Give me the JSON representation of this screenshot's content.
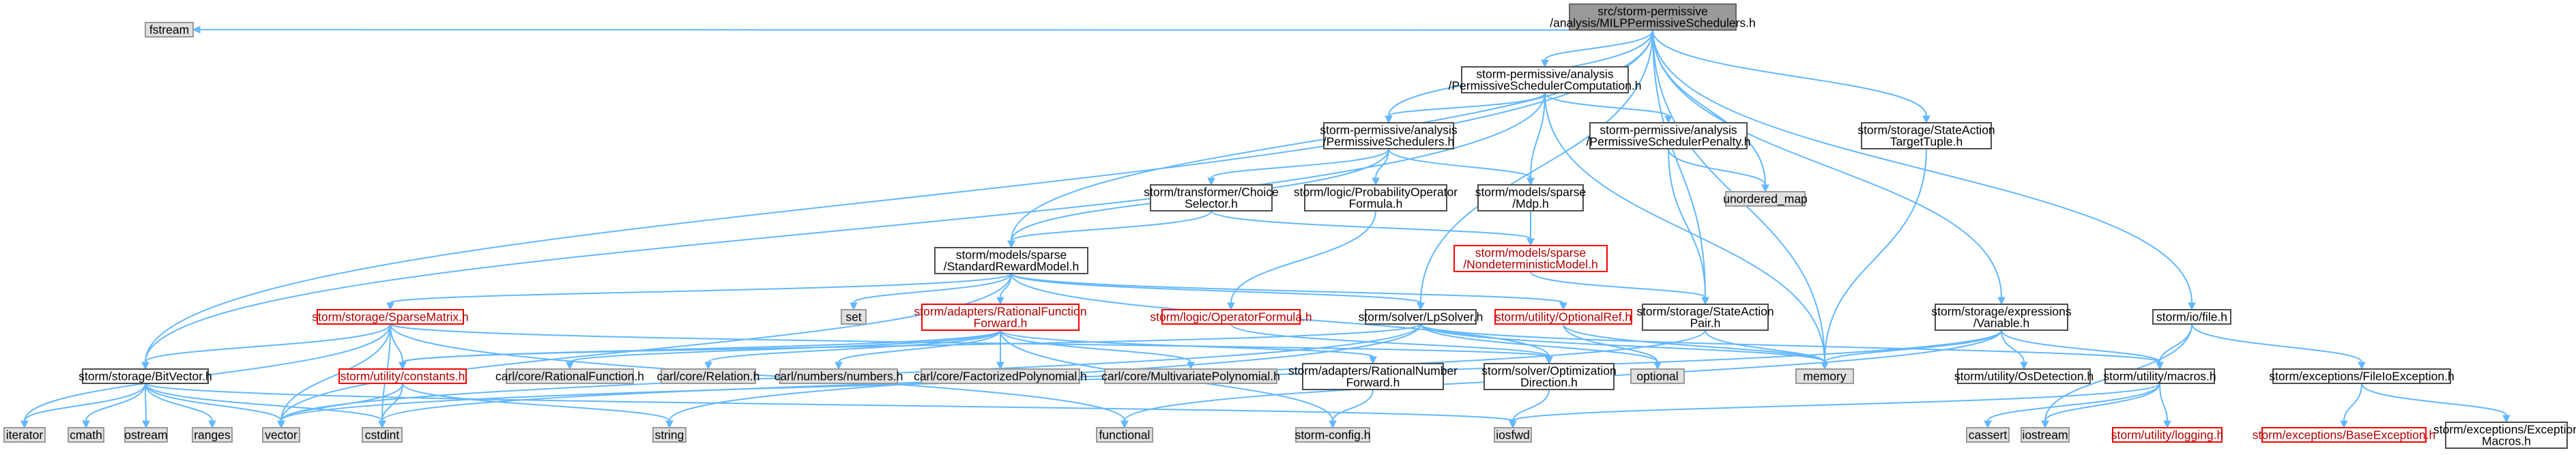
{
  "diagram": {
    "type": "include-dependency-graph",
    "root": "src/storm-permissive/analysis/MILPPermissiveSchedulers.h",
    "nodes": [
      {
        "id": "root",
        "lines": [
          "src/storm-permissive",
          "/analysis/MILPPermissiveSchedulers.h"
        ],
        "style": "root"
      },
      {
        "id": "fstream",
        "lines": [
          "fstream"
        ],
        "style": "system"
      },
      {
        "id": "psc",
        "lines": [
          "storm-permissive/analysis",
          "/PermissiveSchedulerComputation.h"
        ],
        "style": "project"
      },
      {
        "id": "ps",
        "lines": [
          "storm-permissive/analysis",
          "/PermissiveSchedulers.h"
        ],
        "style": "project"
      },
      {
        "id": "psp",
        "lines": [
          "storm-permissive/analysis",
          "/PermissiveSchedulerPenalty.h"
        ],
        "style": "project"
      },
      {
        "id": "satt",
        "lines": [
          "storm/storage/StateAction",
          "TargetTuple.h"
        ],
        "style": "project"
      },
      {
        "id": "umap",
        "lines": [
          "unordered_map"
        ],
        "style": "system"
      },
      {
        "id": "cs",
        "lines": [
          "storm/transformer/Choice",
          "Selector.h"
        ],
        "style": "project"
      },
      {
        "id": "pof",
        "lines": [
          "storm/logic/ProbabilityOperator",
          "Formula.h"
        ],
        "style": "project"
      },
      {
        "id": "mdp",
        "lines": [
          "storm/models/sparse",
          "/Mdp.h"
        ],
        "style": "project"
      },
      {
        "id": "nm",
        "lines": [
          "storm/models/sparse",
          "/NondeterministicModel.h"
        ],
        "style": "broken"
      },
      {
        "id": "srm",
        "lines": [
          "storm/models/sparse",
          "/StandardRewardModel.h"
        ],
        "style": "project"
      },
      {
        "id": "set",
        "lines": [
          "set"
        ],
        "style": "system"
      },
      {
        "id": "sm",
        "lines": [
          "storm/storage/SparseMatrix.h"
        ],
        "style": "broken"
      },
      {
        "id": "rff",
        "lines": [
          "storm/adapters/RationalFunction",
          "Forward.h"
        ],
        "style": "broken"
      },
      {
        "id": "of",
        "lines": [
          "storm/logic/OperatorFormula.h"
        ],
        "style": "broken"
      },
      {
        "id": "lps",
        "lines": [
          "storm/solver/LpSolver.h"
        ],
        "style": "project"
      },
      {
        "id": "oref",
        "lines": [
          "storm/utility/OptionalRef.h"
        ],
        "style": "broken"
      },
      {
        "id": "sap",
        "lines": [
          "storm/storage/StateAction",
          "Pair.h"
        ],
        "style": "project"
      },
      {
        "id": "var",
        "lines": [
          "storm/storage/expressions",
          "/Variable.h"
        ],
        "style": "project"
      },
      {
        "id": "file",
        "lines": [
          "storm/io/file.h"
        ],
        "style": "project"
      },
      {
        "id": "bv",
        "lines": [
          "storm/storage/BitVector.h"
        ],
        "style": "project"
      },
      {
        "id": "const",
        "lines": [
          "storm/utility/constants.h"
        ],
        "style": "broken"
      },
      {
        "id": "crf",
        "lines": [
          "carl/core/RationalFunction.h"
        ],
        "style": "system"
      },
      {
        "id": "crel",
        "lines": [
          "carl/core/Relation.h"
        ],
        "style": "system"
      },
      {
        "id": "cnum",
        "lines": [
          "carl/numbers/numbers.h"
        ],
        "style": "system"
      },
      {
        "id": "cfp",
        "lines": [
          "carl/core/FactorizedPolynomial.h"
        ],
        "style": "system"
      },
      {
        "id": "cmp",
        "lines": [
          "carl/core/MultivariatePolynomial.h"
        ],
        "style": "system"
      },
      {
        "id": "rnf",
        "lines": [
          "storm/adapters/RationalNumber",
          "Forward.h"
        ],
        "style": "project"
      },
      {
        "id": "od",
        "lines": [
          "storm/solver/Optimization",
          "Direction.h"
        ],
        "style": "project"
      },
      {
        "id": "optional",
        "lines": [
          "optional"
        ],
        "style": "system"
      },
      {
        "id": "memory",
        "lines": [
          "memory"
        ],
        "style": "system"
      },
      {
        "id": "osd",
        "lines": [
          "storm/utility/OsDetection.h"
        ],
        "style": "project"
      },
      {
        "id": "macros",
        "lines": [
          "storm/utility/macros.h"
        ],
        "style": "project"
      },
      {
        "id": "fioe",
        "lines": [
          "storm/exceptions/FileIoException.h"
        ],
        "style": "project"
      },
      {
        "id": "iterator",
        "lines": [
          "iterator"
        ],
        "style": "system"
      },
      {
        "id": "cmath",
        "lines": [
          "cmath"
        ],
        "style": "system"
      },
      {
        "id": "ostream",
        "lines": [
          "ostream"
        ],
        "style": "system"
      },
      {
        "id": "ranges",
        "lines": [
          "ranges"
        ],
        "style": "system"
      },
      {
        "id": "vector",
        "lines": [
          "vector"
        ],
        "style": "system"
      },
      {
        "id": "cstdint",
        "lines": [
          "cstdint"
        ],
        "style": "system"
      },
      {
        "id": "string",
        "lines": [
          "string"
        ],
        "style": "system"
      },
      {
        "id": "functional",
        "lines": [
          "functional"
        ],
        "style": "system"
      },
      {
        "id": "stormcfg",
        "lines": [
          "storm-config.h"
        ],
        "style": "system"
      },
      {
        "id": "iosfwd",
        "lines": [
          "iosfwd"
        ],
        "style": "system"
      },
      {
        "id": "cassert",
        "lines": [
          "cassert"
        ],
        "style": "system"
      },
      {
        "id": "iostream",
        "lines": [
          "iostream"
        ],
        "style": "system"
      },
      {
        "id": "logging",
        "lines": [
          "storm/utility/logging.h"
        ],
        "style": "broken"
      },
      {
        "id": "be",
        "lines": [
          "storm/exceptions/BaseException.h"
        ],
        "style": "broken"
      },
      {
        "id": "em",
        "lines": [
          "storm/exceptions/Exception",
          "Macros.h"
        ],
        "style": "project"
      }
    ],
    "edges": [
      [
        "root",
        "fstream"
      ],
      [
        "root",
        "psc"
      ],
      [
        "root",
        "ps"
      ],
      [
        "root",
        "satt"
      ],
      [
        "root",
        "umap"
      ],
      [
        "root",
        "srm"
      ],
      [
        "root",
        "lps"
      ],
      [
        "root",
        "sap"
      ],
      [
        "root",
        "var"
      ],
      [
        "root",
        "file"
      ],
      [
        "root",
        "bv"
      ],
      [
        "root",
        "memory"
      ],
      [
        "psc",
        "ps"
      ],
      [
        "psc",
        "psp"
      ],
      [
        "psc",
        "mdp"
      ],
      [
        "psc",
        "bv"
      ],
      [
        "psc",
        "memory"
      ],
      [
        "ps",
        "cs"
      ],
      [
        "ps",
        "pof"
      ],
      [
        "ps",
        "mdp"
      ],
      [
        "ps",
        "srm"
      ],
      [
        "psp",
        "umap"
      ],
      [
        "psp",
        "sap"
      ],
      [
        "satt",
        "memory"
      ],
      [
        "cs",
        "srm"
      ],
      [
        "cs",
        "nm"
      ],
      [
        "pof",
        "of"
      ],
      [
        "mdp",
        "nm"
      ],
      [
        "nm",
        "sap"
      ],
      [
        "srm",
        "set"
      ],
      [
        "srm",
        "sm"
      ],
      [
        "srm",
        "rff"
      ],
      [
        "srm",
        "oref"
      ],
      [
        "srm",
        "vector"
      ],
      [
        "srm",
        "od"
      ],
      [
        "srm",
        "lps"
      ],
      [
        "sm",
        "bv"
      ],
      [
        "sm",
        "const"
      ],
      [
        "sm",
        "od"
      ],
      [
        "sm",
        "iterator"
      ],
      [
        "sm",
        "vector"
      ],
      [
        "sm",
        "cstdint"
      ],
      [
        "sm",
        "functional"
      ],
      [
        "rff",
        "crf"
      ],
      [
        "rff",
        "crel"
      ],
      [
        "rff",
        "cnum"
      ],
      [
        "rff",
        "cfp"
      ],
      [
        "rff",
        "cmp"
      ],
      [
        "rff",
        "rnf"
      ],
      [
        "rff",
        "stormcfg"
      ],
      [
        "rff",
        "const"
      ],
      [
        "of",
        "od"
      ],
      [
        "lps",
        "memory"
      ],
      [
        "lps",
        "optional"
      ],
      [
        "lps",
        "macros"
      ],
      [
        "lps",
        "vector"
      ],
      [
        "lps",
        "string"
      ],
      [
        "lps",
        "const"
      ],
      [
        "oref",
        "memory"
      ],
      [
        "oref",
        "optional"
      ],
      [
        "sap",
        "memory"
      ],
      [
        "sap",
        "cstdint"
      ],
      [
        "var",
        "memory"
      ],
      [
        "var",
        "osd"
      ],
      [
        "var",
        "macros"
      ],
      [
        "var",
        "vector"
      ],
      [
        "var",
        "functional"
      ],
      [
        "file",
        "macros"
      ],
      [
        "file",
        "fioe"
      ],
      [
        "file",
        "iostream"
      ],
      [
        "bv",
        "iterator"
      ],
      [
        "bv",
        "cmath"
      ],
      [
        "bv",
        "ostream"
      ],
      [
        "bv",
        "ranges"
      ],
      [
        "bv",
        "vector"
      ],
      [
        "bv",
        "cstdint"
      ],
      [
        "bv",
        "iosfwd"
      ],
      [
        "const",
        "cstdint"
      ],
      [
        "const",
        "vector"
      ],
      [
        "const",
        "string"
      ],
      [
        "rnf",
        "stormcfg"
      ],
      [
        "od",
        "iosfwd"
      ],
      [
        "macros",
        "cassert"
      ],
      [
        "macros",
        "iostream"
      ],
      [
        "macros",
        "logging"
      ],
      [
        "macros",
        "iosfwd"
      ],
      [
        "fioe",
        "be"
      ],
      [
        "fioe",
        "em"
      ]
    ]
  }
}
